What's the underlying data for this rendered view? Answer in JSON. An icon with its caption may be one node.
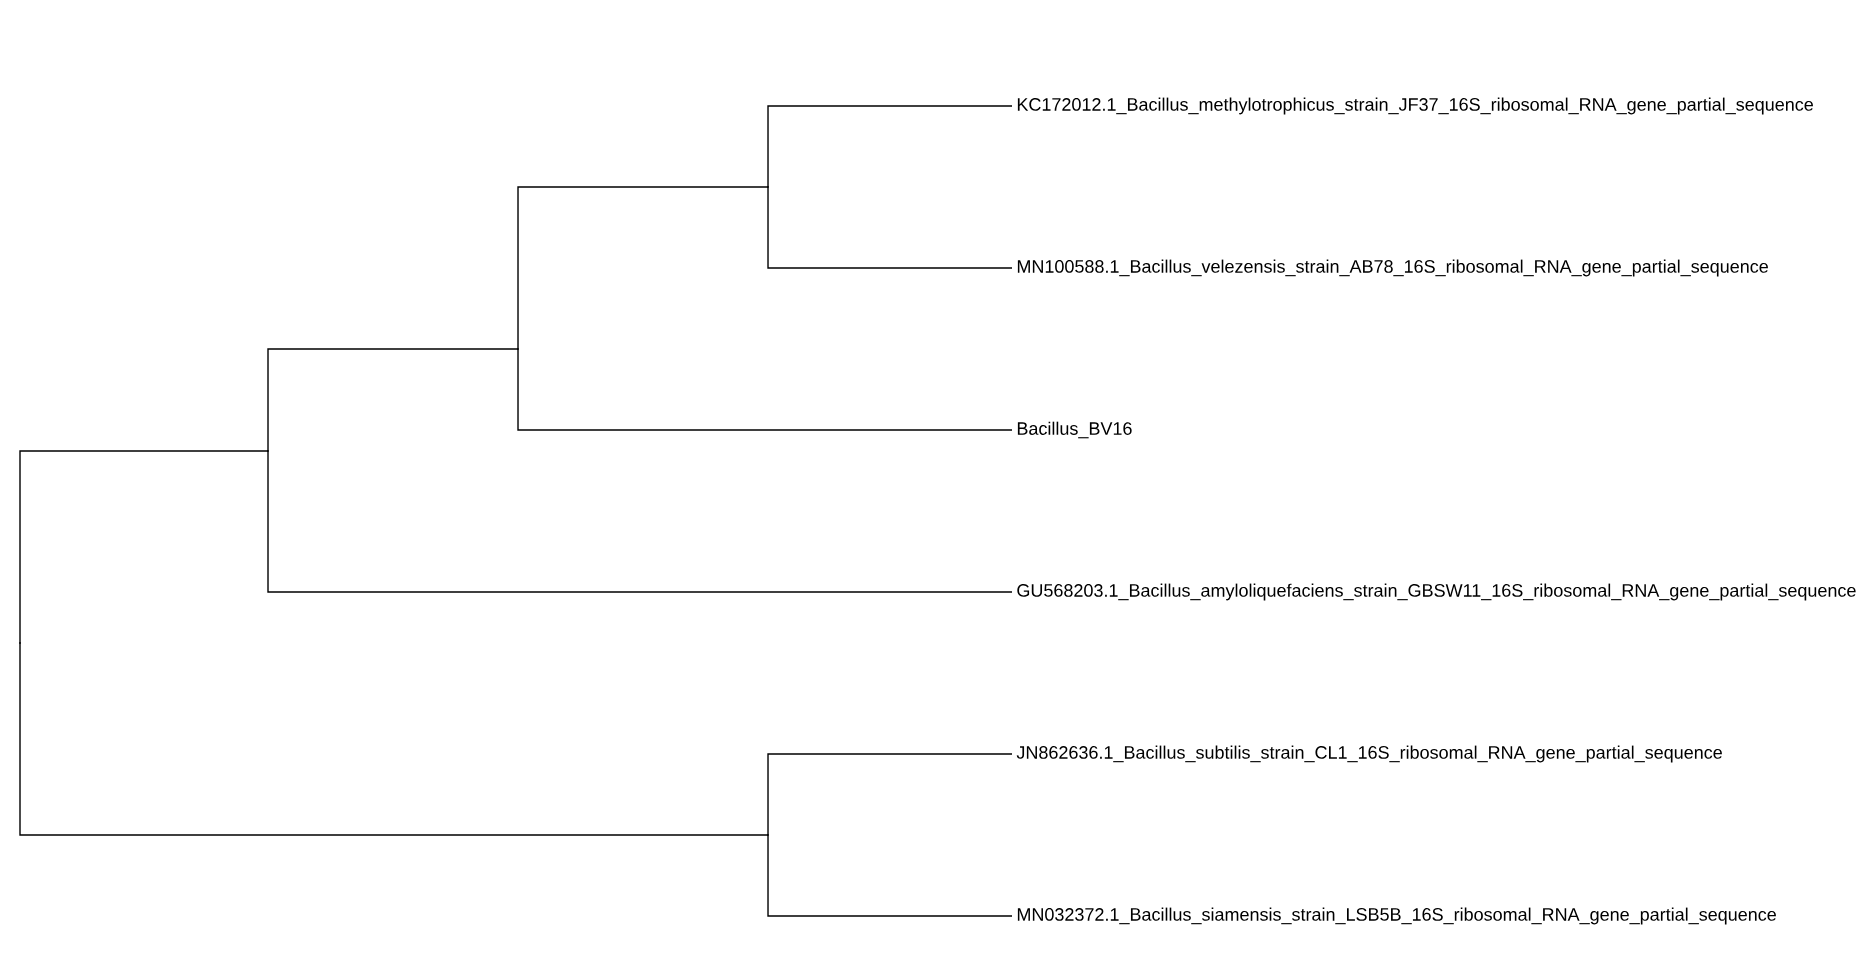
{
  "diagram": {
    "nodes": [
      {
        "text": [
          "KC172012.1_Bacillus_methylotrophicus_strain_JF37_16S_ribosomal_RNA_gene_partial_sequence"
        ]
      },
      {
        "text": [
          "MN100588.1_Bacillus_velezensis_strain_AB78_16S_ribosomal_RNA_gene_partial_sequence"
        ]
      },
      {
        "text": [
          "Bacillus_BV16"
        ]
      },
      {
        "text": [
          "GU568203.1_Bacillus_amyloliquefaciens_strain_GBSW11_16S_ribosomal_RNA_gene_partial_sequence"
        ]
      },
      {
        "text": [
          "JN862636.1_Bacillus_subtilis_strain_CL1_16S_ribosomal_RNA_gene_partial_sequence"
        ]
      },
      {
        "text": [
          "MN032372.1_Bacillus_siamensis_strain_LSB5B_16S_ribosomal_RNA_gene_partial_sequence"
        ]
      },
      {
        "text": [],
        "shape": "point"
      },
      {
        "text": [],
        "shape": "point"
      },
      {
        "text": [],
        "shape": "point"
      },
      {
        "text": [],
        "shape": "point"
      },
      {
        "text": [],
        "shape": "point"
      }
    ],
    "edges": [
      {
        "from": 6,
        "to": 7,
        "arrow": "none"
      },
      {
        "from": 6,
        "to": 10,
        "arrow": "none"
      },
      {
        "from": 7,
        "to": 8,
        "arrow": "none"
      },
      {
        "from": 7,
        "to": 3,
        "arrow": "none"
      },
      {
        "from": 8,
        "to": 9,
        "arrow": "none"
      },
      {
        "from": 8,
        "to": 2,
        "arrow": "none"
      },
      {
        "from": 9,
        "to": 0,
        "arrow": "none"
      },
      {
        "from": 9,
        "to": 1,
        "arrow": "none"
      },
      {
        "from": 10,
        "to": 4,
        "arrow": "none"
      },
      {
        "from": 10,
        "to": 5,
        "arrow": "none"
      }
    ]
  }
}
